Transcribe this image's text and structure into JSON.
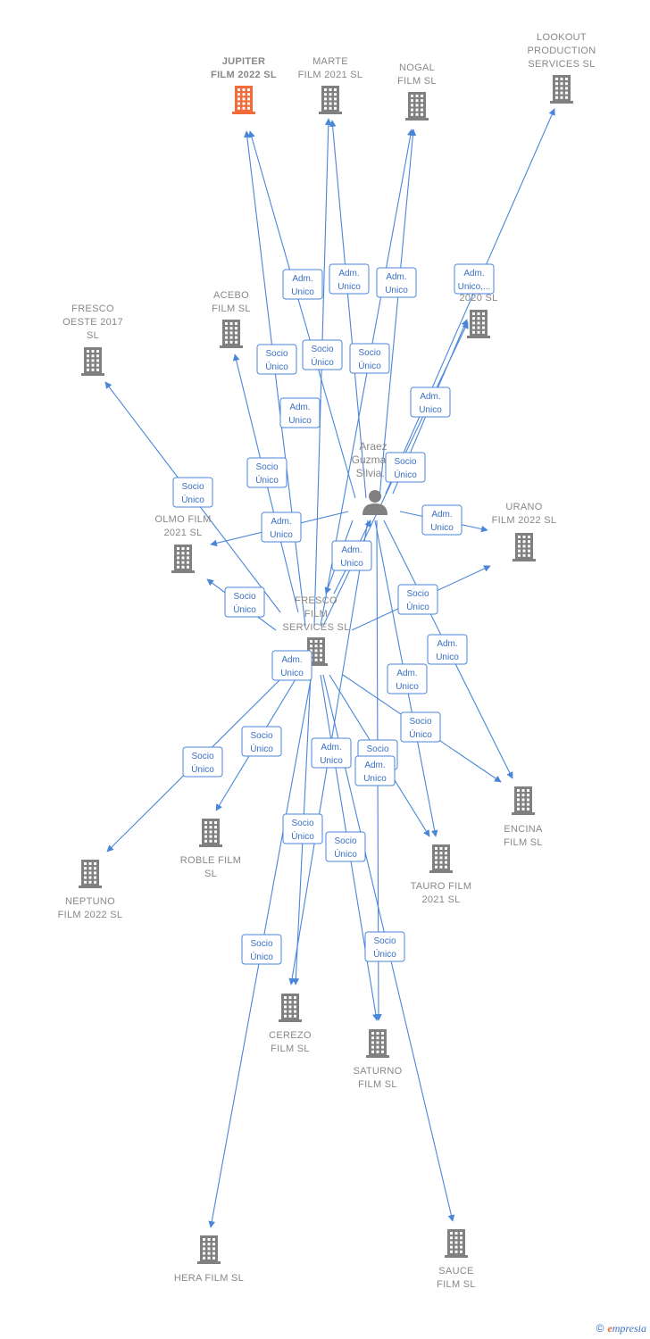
{
  "colors": {
    "edge": "#4a86d8",
    "building": "#808080",
    "main_building": "#f26b38",
    "person": "#808080"
  },
  "person": {
    "label_lines": [
      "Araez",
      "Guzma...",
      "Silvia..."
    ],
    "icon": "person-icon"
  },
  "nodes": [
    {
      "id": "jupiter",
      "lines": [
        "JUPITER",
        "FILM 2022  SL"
      ],
      "main": true
    },
    {
      "id": "marte",
      "lines": [
        "MARTE",
        "FILM 2021  SL"
      ]
    },
    {
      "id": "nogal",
      "lines": [
        "NOGAL",
        "FILM  SL"
      ]
    },
    {
      "id": "lookout",
      "lines": [
        "LOOKOUT",
        "PRODUCTION",
        "SERVICES SL"
      ]
    },
    {
      "id": "fresco_oeste",
      "lines": [
        "FRESCO",
        "OESTE 2017",
        "SL"
      ]
    },
    {
      "id": "acebo",
      "lines": [
        "ACEBO",
        "FILM  SL"
      ]
    },
    {
      "id": "hidden2020",
      "lines": [
        "...M",
        "2020  SL"
      ]
    },
    {
      "id": "olmo",
      "lines": [
        "OLMO FILM",
        "2021  SL"
      ]
    },
    {
      "id": "urano",
      "lines": [
        "URANO",
        "FILM 2022  SL"
      ]
    },
    {
      "id": "fresco_film",
      "lines": [
        "FRESCO",
        "FILM",
        "SERVICES SL"
      ]
    },
    {
      "id": "encina",
      "lines": [
        "ENCINA",
        "FILM  SL"
      ]
    },
    {
      "id": "roble",
      "lines": [
        "ROBLE FILM",
        "SL"
      ]
    },
    {
      "id": "neptuno",
      "lines": [
        "NEPTUNO",
        "FILM 2022  SL"
      ]
    },
    {
      "id": "tauro",
      "lines": [
        "TAURO FILM",
        "2021  SL"
      ]
    },
    {
      "id": "cerezo",
      "lines": [
        "CEREZO",
        "FILM  SL"
      ]
    },
    {
      "id": "saturno",
      "lines": [
        "SATURNO",
        "FILM  SL"
      ]
    },
    {
      "id": "hera",
      "lines": [
        "HERA FILM  SL"
      ]
    },
    {
      "id": "sauce",
      "lines": [
        "SAUCE",
        "FILM  SL"
      ]
    }
  ],
  "relations": [
    {
      "lines": [
        "Adm.",
        "Unico"
      ]
    },
    {
      "lines": [
        "Adm.",
        "Unico"
      ]
    },
    {
      "lines": [
        "Adm.",
        "Unico"
      ]
    },
    {
      "lines": [
        "Adm.",
        "Unico,..."
      ]
    },
    {
      "lines": [
        "Socio",
        "Único"
      ]
    },
    {
      "lines": [
        "Socio",
        "Único"
      ]
    },
    {
      "lines": [
        "Socio",
        "Único"
      ]
    },
    {
      "lines": [
        "Adm.",
        "Unico"
      ]
    },
    {
      "lines": [
        "Adm.",
        "Unico"
      ]
    },
    {
      "lines": [
        "Socio",
        "Único"
      ]
    },
    {
      "lines": [
        "Socio",
        "Único"
      ]
    },
    {
      "lines": [
        "Socio",
        "Único"
      ]
    },
    {
      "lines": [
        "Adm.",
        "Unico"
      ]
    },
    {
      "lines": [
        "Adm.",
        "Unico"
      ]
    },
    {
      "lines": [
        "Adm.",
        "Unico"
      ]
    },
    {
      "lines": [
        "Socio",
        "Único"
      ]
    },
    {
      "lines": [
        "Socio",
        "Único"
      ]
    },
    {
      "lines": [
        "Adm.",
        "Unico"
      ]
    },
    {
      "lines": [
        "Adm.",
        "Unico"
      ]
    },
    {
      "lines": [
        "Adm.",
        "Unico"
      ]
    },
    {
      "lines": [
        "Socio",
        "Único"
      ]
    },
    {
      "lines": [
        "Socio",
        "Único"
      ]
    },
    {
      "lines": [
        "Socio",
        "Único"
      ]
    },
    {
      "lines": [
        "Adm.",
        "Unico"
      ]
    },
    {
      "lines": [
        "Socio",
        "Único"
      ]
    },
    {
      "lines": [
        "Adm.",
        "Unico"
      ]
    },
    {
      "lines": [
        "Socio",
        "Único"
      ]
    },
    {
      "lines": [
        "Socio",
        "Único"
      ]
    },
    {
      "lines": [
        "Socio",
        "Único"
      ]
    },
    {
      "lines": [
        "Socio",
        "Único"
      ]
    }
  ],
  "footer": {
    "copyright": "©",
    "brand_initial": "e",
    "brand_rest": "mpresia"
  }
}
